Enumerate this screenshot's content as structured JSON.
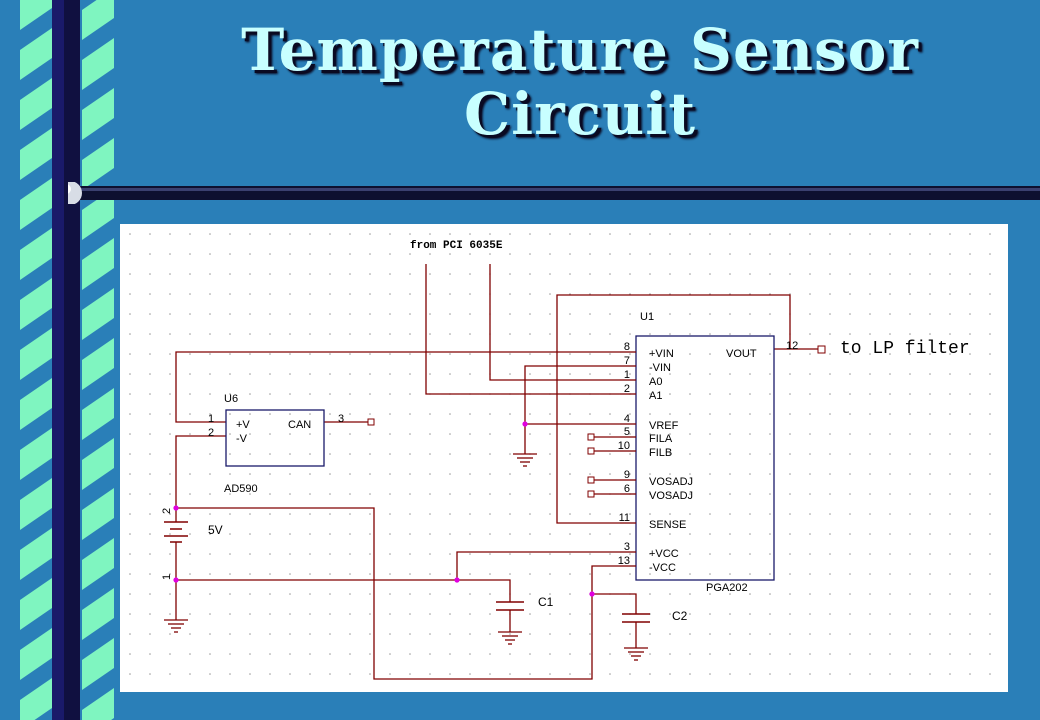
{
  "slide": {
    "title_line1": "Temperature Sensor",
    "title_line2": "Circuit",
    "colors": {
      "background": "#2a7fb8",
      "title": "#c8ffff",
      "wire": "#800000",
      "junction": "#e000e0",
      "decor_light": "#7ff5c0",
      "decor_dark": "#1a1a6a"
    }
  },
  "schematic": {
    "source_label": "from PCI 6035E",
    "output_label": "to LP filter",
    "u1": {
      "ref": "U1",
      "part": "PGA202",
      "pins_left": [
        {
          "num": "8",
          "name": "+VIN"
        },
        {
          "num": "7",
          "name": "-VIN"
        },
        {
          "num": "1",
          "name": "A0"
        },
        {
          "num": "2",
          "name": "A1"
        },
        {
          "num": "4",
          "name": "VREF"
        },
        {
          "num": "5",
          "name": "FILA"
        },
        {
          "num": "10",
          "name": "FILB"
        },
        {
          "num": "9",
          "name": "VOSADJ"
        },
        {
          "num": "6",
          "name": "VOSADJ"
        },
        {
          "num": "11",
          "name": "SENSE"
        },
        {
          "num": "3",
          "name": "+VCC"
        },
        {
          "num": "13",
          "name": "-VCC"
        }
      ],
      "pin_right": {
        "num": "12",
        "name": "VOUT"
      }
    },
    "u6": {
      "ref": "U6",
      "part": "AD590",
      "pins_left": [
        {
          "num": "1",
          "name": "+V"
        },
        {
          "num": "2",
          "name": "-V"
        }
      ],
      "pin_right": {
        "num": "3",
        "name": "CAN"
      }
    },
    "battery": {
      "label": "5V",
      "pin_top": "2",
      "pin_bottom": "1"
    },
    "capacitors": [
      {
        "label": "C1"
      },
      {
        "label": "C2"
      }
    ]
  }
}
